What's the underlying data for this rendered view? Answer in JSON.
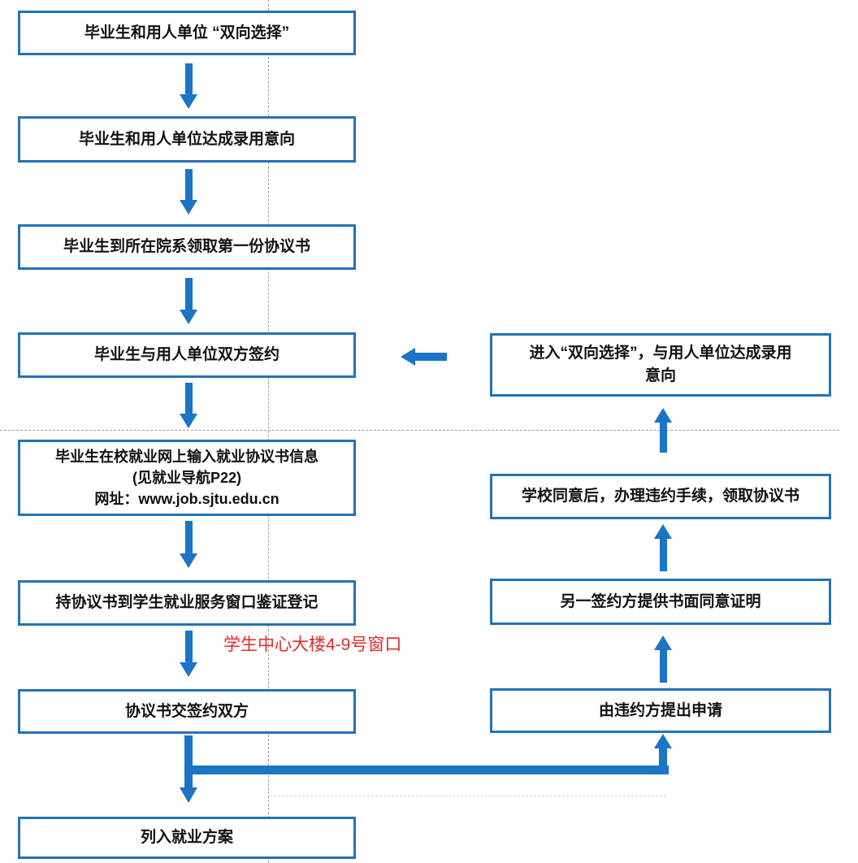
{
  "flow": {
    "left": [
      {
        "text": "毕业生和用人单位 “双向选择”"
      },
      {
        "text": "毕业生和用人单位达成录用意向"
      },
      {
        "text": "毕业生到所在院系领取第一份协议书"
      },
      {
        "text": "毕业生与用人单位双方签约"
      },
      {
        "text": "毕业生在校就业网上输入就业协议书信息\n(见就业导航P22)\n网址：www.job.sjtu.edu.cn"
      },
      {
        "text": "持协议书到学生就业服务窗口鉴证登记"
      },
      {
        "text": "协议书交签约双方"
      },
      {
        "text": "列入就业方案"
      }
    ],
    "right": [
      {
        "text": "进入“双向选择”，与用人单位达成录用\n意向"
      },
      {
        "text": "学校同意后，办理违约手续，领取协议书"
      },
      {
        "text": "另一签约方提供书面同意证明"
      },
      {
        "text": "由违约方提出申请"
      }
    ],
    "annotation": "学生中心大楼4-9号窗口"
  },
  "colors": {
    "box-border": "#2472b4",
    "arrow": "#1b74c6",
    "annotation": "#e02b2b",
    "dotted": "#a0a0a0",
    "dotted-faint": "#cfcfcf",
    "text": "#111111"
  }
}
